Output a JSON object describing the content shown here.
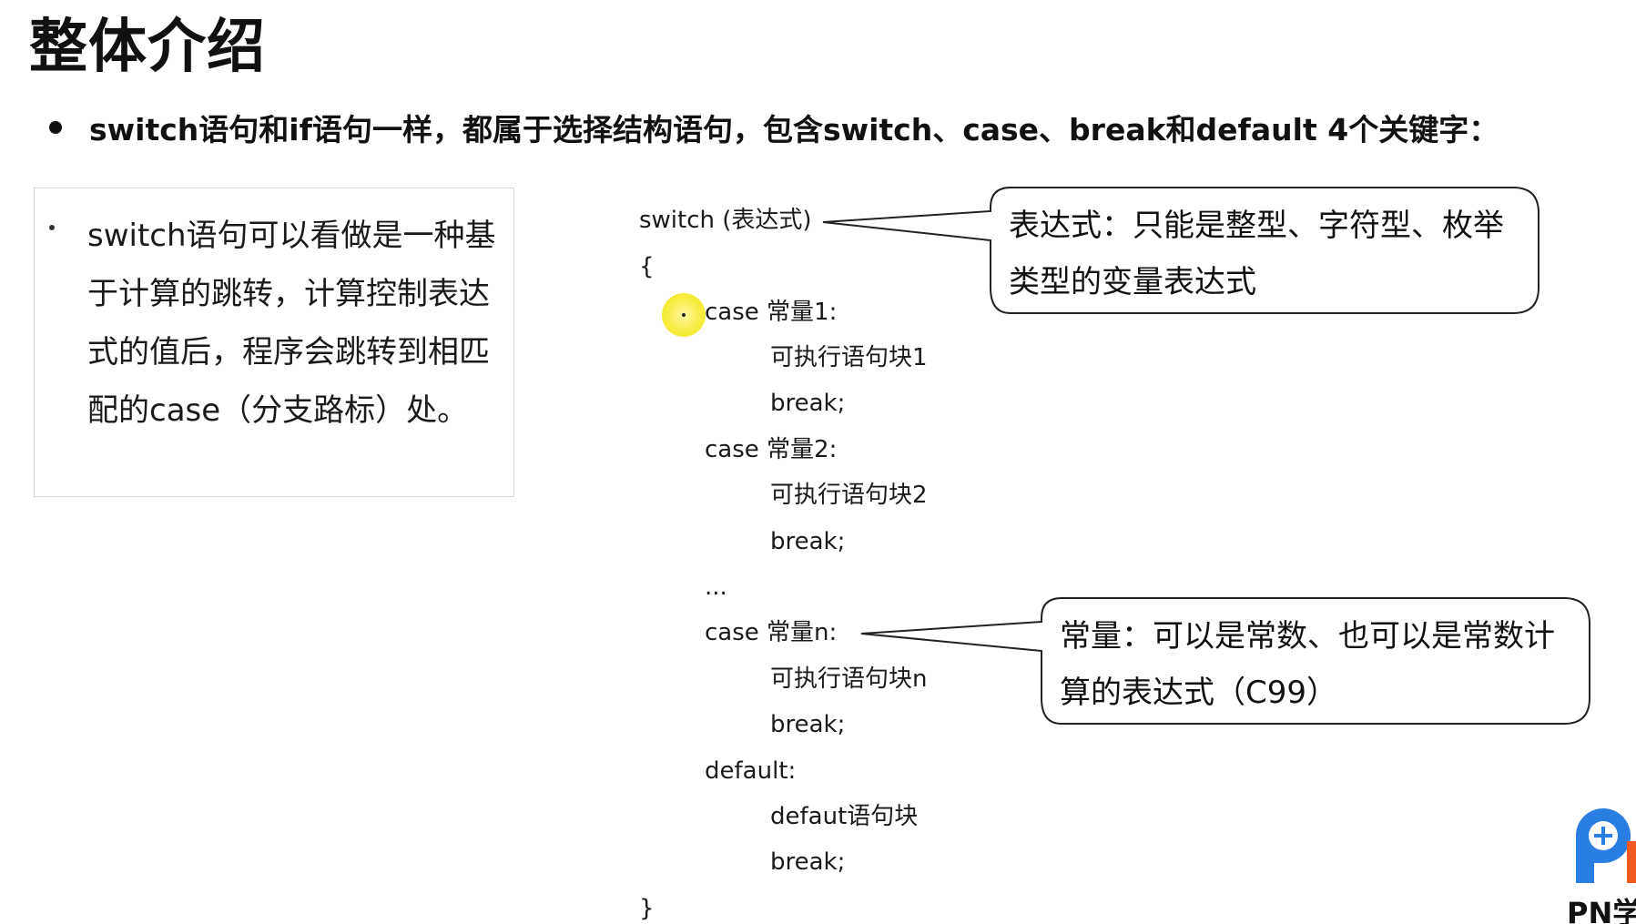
{
  "slide": {
    "title": "整体介绍",
    "main_bullet": "switch语句和if语句一样，都属于选择结构语句，包含switch、case、break和default 4个关键字：",
    "description": "switch语句可以看做是一种基于计算的跳转，计算控制表达式的值后，程序会跳转到相匹配的case（分支路标）处。"
  },
  "code": {
    "lines": [
      "switch (表达式)",
      "{",
      "case 常量1:",
      "可执行语句块1",
      "break;",
      "case 常量2:",
      "可执行语句块2",
      "break;",
      "...",
      "case 常量n:",
      "可执行语句块n",
      "break;",
      "default:",
      "defaut语句块",
      "break;",
      "}"
    ]
  },
  "callouts": {
    "expression": "表达式：只能是整型、字符型、枚举类型的变量表达式",
    "constant": "常量：可以是常数、也可以是常数计算的表达式（C99）"
  },
  "logo": {
    "text": "PN学"
  },
  "colors": {
    "text": "#111111",
    "box_border": "#d4d4d4",
    "cursor_highlight": "#f7ec3a",
    "logo_blue": "#2a7de1",
    "logo_orange": "#f05a22"
  }
}
